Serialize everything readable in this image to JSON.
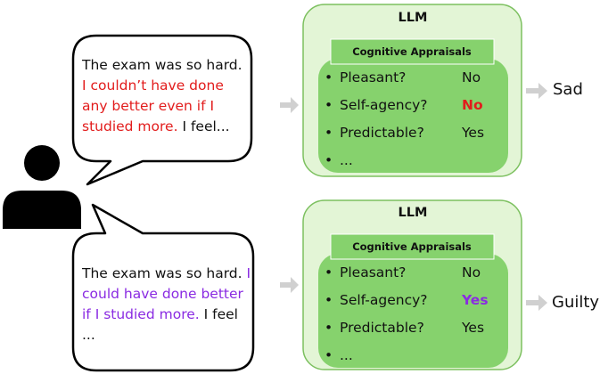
{
  "scenarios": [
    {
      "text_plain": "The exam was so hard.",
      "text_highlight": "I couldn’t have done any better even if I studied more.",
      "text_end": "I feel...",
      "llm_label": "LLM",
      "appraisals_title": "Cognitive Appraisals",
      "appraisals": [
        {
          "question": "Pleasant?",
          "answer": "No",
          "emphasis": ""
        },
        {
          "question": "Self-agency?",
          "answer": "No",
          "emphasis": "red"
        },
        {
          "question": "Predictable?",
          "answer": "Yes",
          "emphasis": ""
        },
        {
          "question": "...",
          "answer": "",
          "emphasis": ""
        }
      ],
      "emotion": "Sad"
    },
    {
      "text_plain": "The exam was so hard.",
      "text_highlight": "I could have done better if I studied more.",
      "text_end": "I feel ...",
      "llm_label": "LLM",
      "appraisals_title": "Cognitive Appraisals",
      "appraisals": [
        {
          "question": "Pleasant?",
          "answer": "No",
          "emphasis": ""
        },
        {
          "question": "Self-agency?",
          "answer": "Yes",
          "emphasis": "purple"
        },
        {
          "question": "Predictable?",
          "answer": "Yes",
          "emphasis": ""
        },
        {
          "question": "...",
          "answer": "",
          "emphasis": ""
        }
      ],
      "emotion": "Guilty"
    }
  ],
  "colors": {
    "outer_fill": "#e3f5d6",
    "outer_stroke": "#7cc05f",
    "inner_fill": "#86d26d",
    "header_fill": "#86d26d",
    "arrow": "#d0d0d0",
    "highlight_red": "#e21c1c",
    "highlight_purple": "#8a2be2"
  }
}
